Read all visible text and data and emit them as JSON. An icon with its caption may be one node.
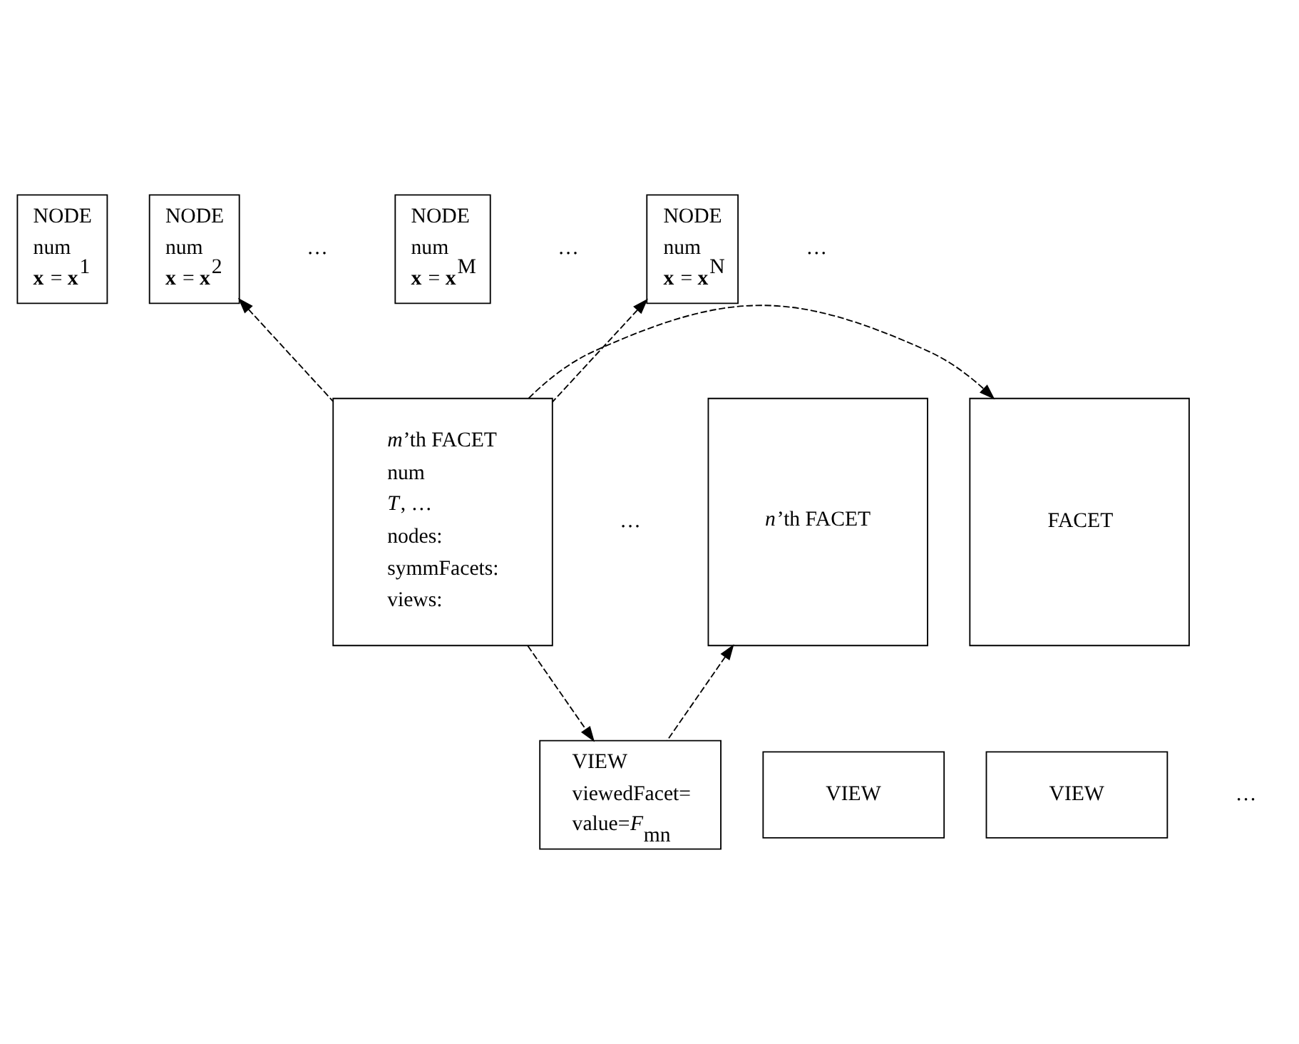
{
  "diagram": {
    "nodes": [
      {
        "text": [
          "NODE",
          "num",
          "**x** = **x**$^{1}$"
        ]
      },
      {
        "text": [
          "NODE",
          "num",
          "**x** = **x**$^{2}$"
        ]
      },
      {
        "text": [
          "NODE",
          "num",
          "**x** = **x**$^{M}$"
        ]
      },
      {
        "text": [
          "NODE",
          "num",
          "**x** = **x**$^{N}$"
        ]
      },
      {
        "text": [
          "*m*’th FACET",
          "num",
          "*T*, …",
          "nodes:",
          "symmFacets:",
          "views:"
        ]
      },
      {
        "text": [
          "*n*’th FACET"
        ]
      },
      {
        "text": [
          "FACET"
        ]
      },
      {
        "text": [
          "VIEW",
          "viewedFacet=",
          "value=*F*$_{mn}$"
        ]
      },
      {
        "text": [
          "VIEW"
        ]
      },
      {
        "text": [
          "VIEW"
        ]
      }
    ],
    "edges": [
      {
        "from": 4,
        "to": 1,
        "arrow": "to",
        "style": "dashed"
      },
      {
        "from": 4,
        "to": 3,
        "arrow": "to",
        "style": "dashed"
      },
      {
        "from": 4,
        "to": 6,
        "arrow": "to",
        "style": "dashed"
      },
      {
        "from": 4,
        "to": 7,
        "arrow": "to",
        "style": "dashed"
      },
      {
        "from": 7,
        "to": 5,
        "arrow": "to",
        "style": "dashed"
      }
    ],
    "labels": [
      "…",
      "…",
      "…",
      "…",
      "…"
    ]
  }
}
